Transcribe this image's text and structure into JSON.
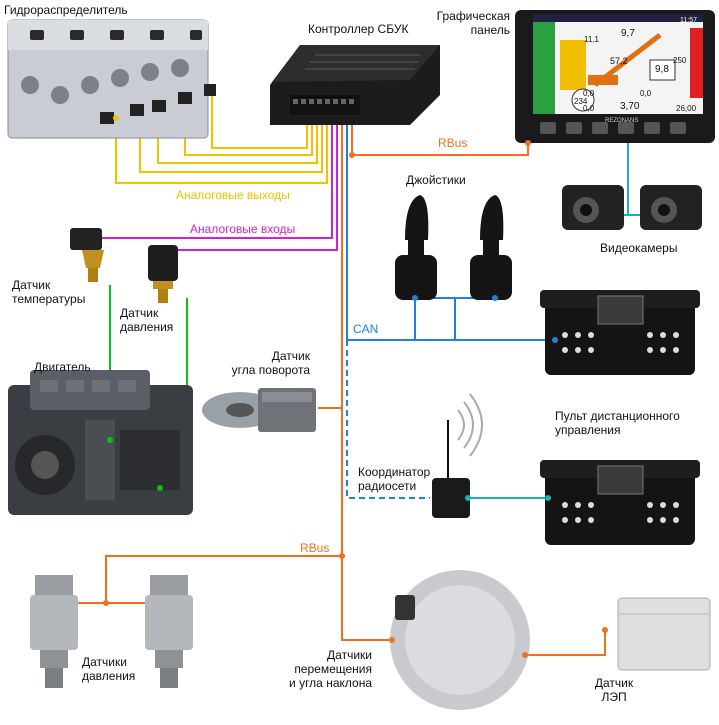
{
  "labels": {
    "hydro": "Гидрораспределитель",
    "controller": "Контроллер СБУК",
    "panel": "Графическая\nпанель",
    "analog_out": "Аналоговые выходы",
    "analog_in": "Аналоговые входы",
    "rbus_top": "RBus",
    "joysticks": "Джойстики",
    "cameras": "Видеокамеры",
    "temp": "Датчик\nтемпературы",
    "press1": "Датчик\nдавления",
    "engine": "Двигатель",
    "angle": "Датчик\nугла поворота",
    "can": "CAN",
    "remote": "Пульт дистанционного\nуправления",
    "coord": "Координатор\nрадиосети",
    "rbus_bottom": "RBus",
    "press2": "Датчики\nдавления",
    "displacement": "Датчики\nперемещения\nи угла наклона",
    "lep": "Датчик\nЛЭП"
  },
  "panel_screen": {
    "values": [
      "9,7",
      "57,2",
      "9,8",
      "250",
      "234",
      "0,0",
      "0,0",
      "3,70",
      "26,00",
      "11,1",
      "0,0",
      "11:57"
    ],
    "brand": "REZONANS"
  },
  "colors": {
    "analog_out": "#f5c000",
    "analog_in": "#d020d0",
    "rbus": "#f07020",
    "can": "#2080e0",
    "sensor": "#10c010",
    "video": "#20b0b0"
  }
}
